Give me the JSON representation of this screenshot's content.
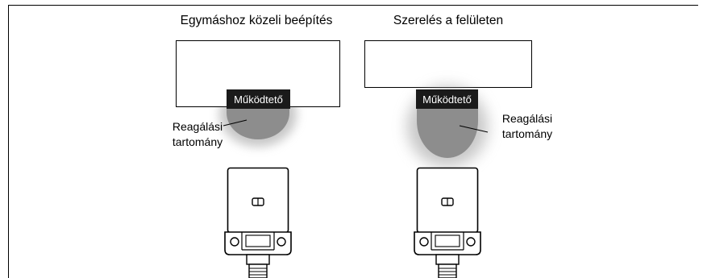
{
  "left_panel": {
    "title": "Egymáshoz közeli beépítés",
    "actuator_label": "Működtető",
    "range_label_line1": "Reagálási",
    "range_label_line2": "tartomány"
  },
  "right_panel": {
    "title": "Szerelés a felületen",
    "actuator_label": "Működtető",
    "range_label_line1": "Reagálási",
    "range_label_line2": "tartomány"
  }
}
